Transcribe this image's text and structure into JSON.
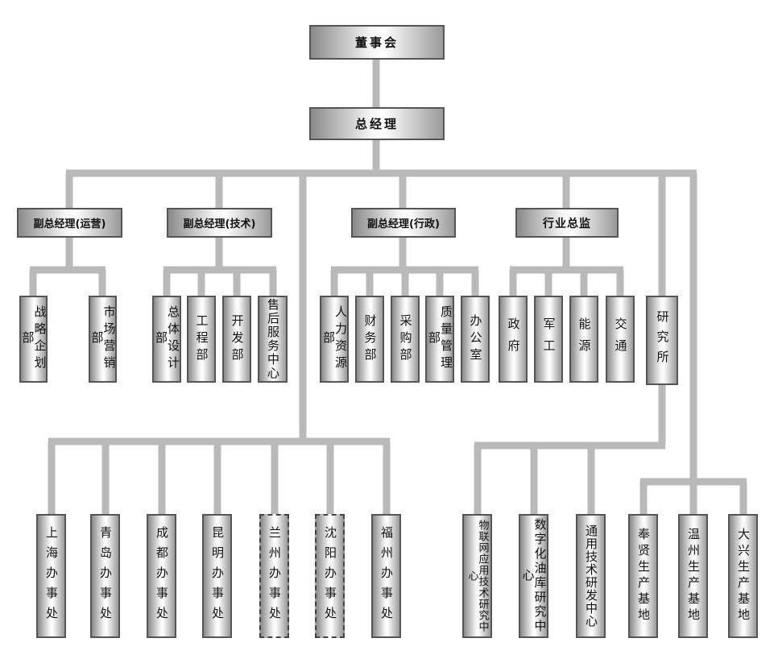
{
  "top": {
    "board": "董事会",
    "gm": "总经理"
  },
  "level2": {
    "vp_ops": "副总经理(运营)",
    "vp_tech": "副总经理(技术)",
    "vp_admin": "副总经理(行政)",
    "industry": "行业总监"
  },
  "ops_units": [
    "战略企划部",
    "市场营销部"
  ],
  "tech_units": [
    "总体设计部",
    "工程部",
    "开发部",
    "售后服务中心"
  ],
  "admin_units": [
    "人力资源部",
    "财务部",
    "采购部",
    "质量管理部",
    "办公室"
  ],
  "industry_units": [
    "政府",
    "军工",
    "能源",
    "交通"
  ],
  "research": "研究所",
  "offices": [
    "上海办事处",
    "青岛办事处",
    "成都办事处",
    "昆明办事处",
    "兰州办事处",
    "沈阳办事处",
    "福州办事处"
  ],
  "research_centers": [
    "物联网应用技术研究中心",
    "数字化油库研究中心",
    "通用技术研发中心"
  ],
  "bases": [
    "奉贤生产基地",
    "温州生产基地",
    "大兴生产基地"
  ]
}
